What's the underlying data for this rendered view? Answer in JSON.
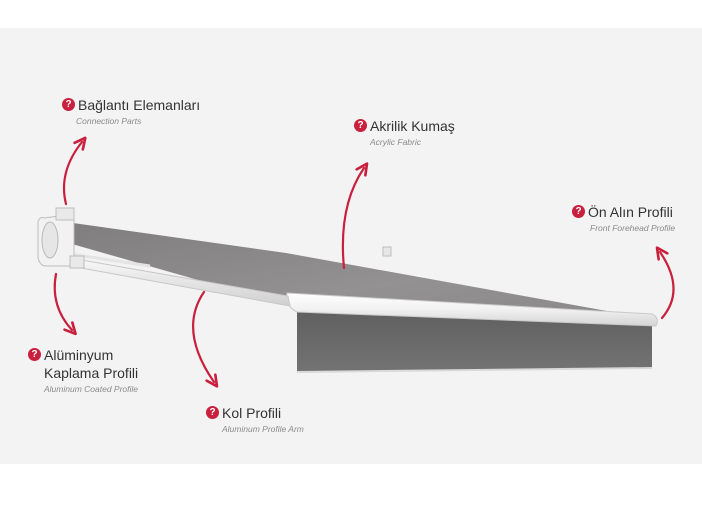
{
  "labels": {
    "connection": {
      "title": "Bağlantı Elemanları",
      "subtitle": "Connection Parts"
    },
    "fabric": {
      "title": "Akrilik Kumaş",
      "subtitle": "Acrylic Fabric"
    },
    "front": {
      "title": "Ön Alın Profili",
      "subtitle": "Front Forehead Profile"
    },
    "coated": {
      "title": "Alüminyum\nKaplama Profili",
      "subtitle": "Aluminum Coated Profile"
    },
    "arm": {
      "title": "Kol Profili",
      "subtitle": "Aluminum Profile Arm"
    }
  },
  "icon_glyph": "?",
  "colors": {
    "accent": "#c8203d",
    "fabric": "#8e8c8c",
    "valance": "#6d6c6c",
    "background_band": "#f3f3f3",
    "profile": "#f7f7f7"
  }
}
